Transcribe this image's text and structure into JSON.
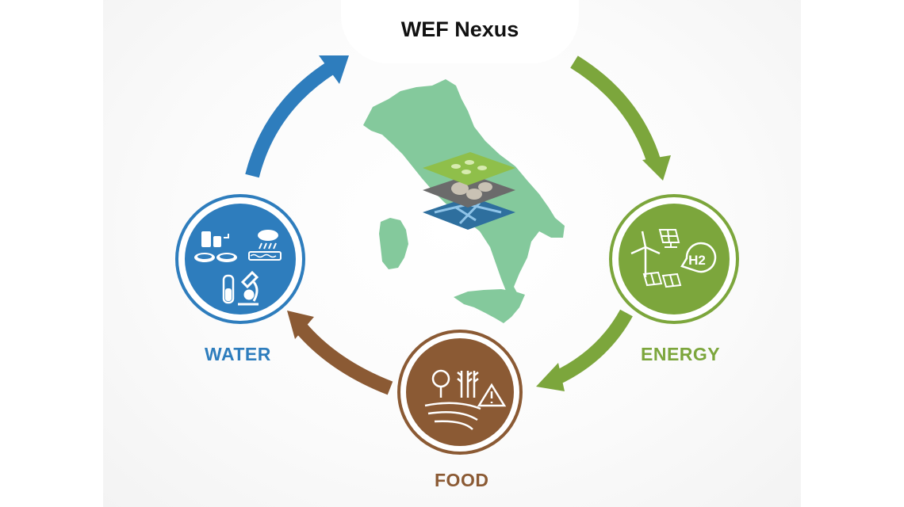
{
  "title": "WEF Nexus",
  "nodes": {
    "water": {
      "label": "WATER",
      "color": "#2e7dbd"
    },
    "energy": {
      "label": "ENERGY",
      "color": "#7ca63c"
    },
    "food": {
      "label": "FOOD",
      "color": "#8b5a34"
    }
  },
  "energy_icons": {
    "h2": "H2"
  },
  "map": {
    "color": "#84c99c",
    "layers": [
      "green-layer",
      "gray-layer",
      "blue-layer"
    ]
  }
}
